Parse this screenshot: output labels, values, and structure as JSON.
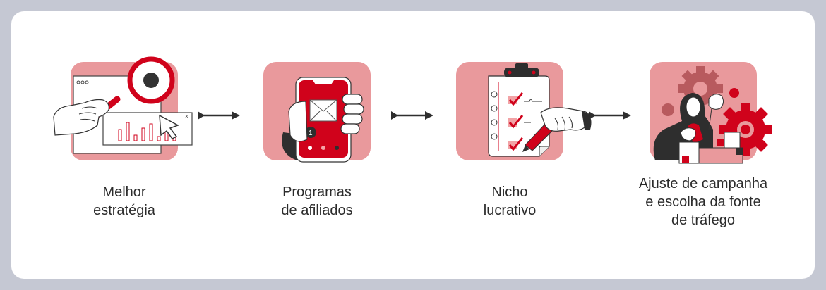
{
  "colors": {
    "background": "#c5c8d3",
    "card": "#ffffff",
    "tile": "#e9999c",
    "accent_red": "#d0021b",
    "dark": "#2e2e2e",
    "text": "#2b2b2b"
  },
  "steps": [
    {
      "label_line1": "Melhor",
      "label_line2": "estratégia",
      "icon": "magnifier-analytics-icon"
    },
    {
      "label_line1": "Programas",
      "label_line2": "de afiliados",
      "icon": "phone-email-icon"
    },
    {
      "label_line1": "Nicho",
      "label_line2": "lucrativo",
      "icon": "clipboard-checklist-icon"
    },
    {
      "label_line1": "Ajuste de campanha",
      "label_line2": "e escolha da fonte",
      "label_line3": "de tráfego",
      "icon": "person-gears-icon"
    }
  ],
  "arrows": [
    {
      "icon": "arrow-right-icon"
    },
    {
      "icon": "arrow-right-icon"
    },
    {
      "icon": "arrow-right-icon"
    }
  ]
}
